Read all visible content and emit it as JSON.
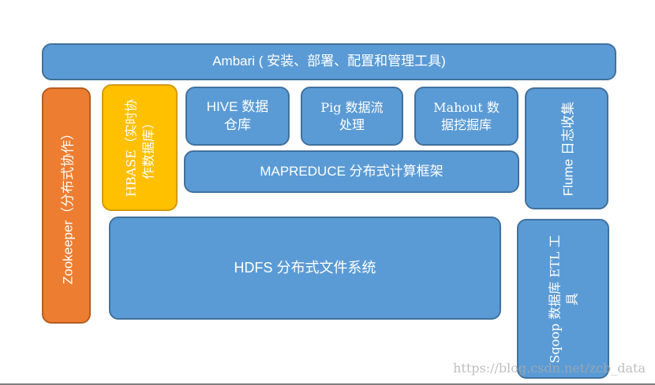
{
  "ambari": {
    "label": "Ambari ( 安装、部署、配置和管理工具)"
  },
  "zookeeper": {
    "label": "Zookeeper（分布式协作）"
  },
  "hbase": {
    "line1": "HBASE（实时协",
    "line2": "作数据库）"
  },
  "hive": {
    "line1": "HIVE  数据",
    "line2": "仓库"
  },
  "pig": {
    "line1": "Pig 数据流",
    "line2": "处理"
  },
  "mahout": {
    "line1": "Mahout 数",
    "line2": "据挖掘库"
  },
  "mapreduce": {
    "label": "MAPREDUCE  分布式计算框架"
  },
  "flume": {
    "label": "Flume 日志收集"
  },
  "hdfs": {
    "label": "HDFS 分布式文件系统"
  },
  "sqoop": {
    "line1": "Sqoop 数据库 ETL 工",
    "line2": "具"
  },
  "watermark": "https://blog.csdn.net/zcb_data",
  "colors": {
    "blue": "#5b9bd5",
    "blue_border": "#41719c",
    "orange": "#ed7d31",
    "yellow": "#ffc000",
    "text": "#ffffff"
  }
}
